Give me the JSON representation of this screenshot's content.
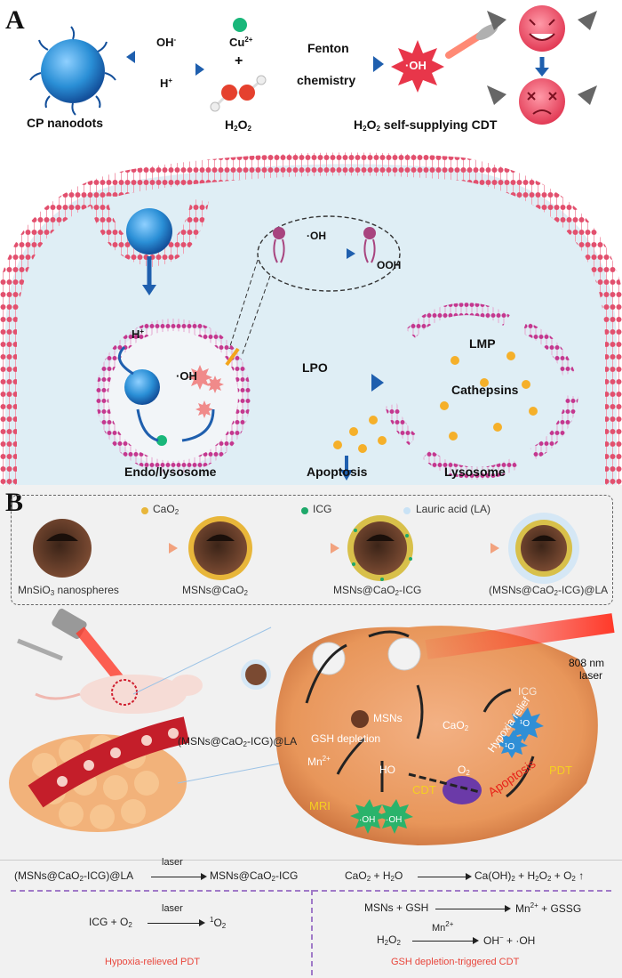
{
  "panel_a": {
    "letter": "A",
    "cp_nanodots": "CP nanodots",
    "oh_minus": "OH",
    "minus_sup": "-",
    "h_plus": "H",
    "plus_sup": "+",
    "cu_label": "Cu",
    "cu_sup": "2+",
    "plus_sign": "+",
    "h2o2_label": "H",
    "h2o2_sub1": "2",
    "h2o2_o": "O",
    "h2o2_sub2": "2",
    "fenton": "Fenton",
    "chemistry": "chemistry",
    "oh_radical": "·OH",
    "cdt_prefix": "H",
    "cdt_sub1": "2",
    "cdt_o": "O",
    "cdt_sub2": "2",
    "cdt_suffix": " self-supplying CDT",
    "inset_oh": "·OH",
    "inset_ooh": "OOH",
    "h_plus_inner": "H",
    "h_plus_inner_sup": "+",
    "oh_inner": "·OH",
    "lpo": "LPO",
    "lmp": "LMP",
    "cathepsins": "Cathepsins",
    "endo_lysosome": "Endo/lysosome",
    "apoptosis": "Apoptosis",
    "lysosome": "Lysosome"
  },
  "panel_b": {
    "letter": "B",
    "legend_cao2": "CaO",
    "legend_cao2_sub": "2",
    "legend_icg": "ICG",
    "legend_la": "Lauric acid (LA)",
    "step1": "MnSiO",
    "step1_sub": "3",
    "step1_suffix": " nanospheres",
    "step2": "MSNs@CaO",
    "step2_sub": "2",
    "step3": "MSNs@CaO",
    "step3_sub": "2",
    "step3_suffix": "-ICG",
    "step4": "(MSNs@CaO",
    "step4_sub": "2",
    "step4_suffix": "-ICG)@LA",
    "laser_808": "808 nm",
    "laser_word": "laser",
    "icg_tumor": "ICG",
    "msns_tumor": "MSNs",
    "gsh_depletion": "GSH depletion",
    "cao2_tumor": "CaO",
    "cao2_tumor_sub": "2",
    "mn2_tumor": "Mn",
    "mn2_tumor_sup": "2+",
    "h2o2_tumor_a": "H",
    "h2o_tumor": "O",
    "o2_tumor": "O",
    "o2_tumor_sub": "2",
    "hypoxia_relief": "Hypoxia relief",
    "pdt": "PDT",
    "cdt": "CDT",
    "mri": "MRI",
    "apoptosis": "Apoptosis",
    "oh_green1": "·OH",
    "oh_green2": "·OH",
    "singlet1": "¹O",
    "singlet2": "¹O",
    "particle_label": "(MSNs@CaO",
    "particle_label_sub": "2",
    "particle_label_suffix": "-ICG)@LA"
  },
  "equations": {
    "eq1_left": "(MSNs@CaO",
    "eq1_left_sub": "2",
    "eq1_left_suffix": "-ICG)@LA",
    "eq1_over": "laser",
    "eq1_right": "MSNs@CaO",
    "eq1_right_sub": "2",
    "eq1_right_suffix": "-ICG",
    "eq2_left": "CaO",
    "eq2_left_sub": "2",
    "eq2_left_suffix": " + H",
    "eq2_left_sub2": "2",
    "eq2_left_suffix2": "O",
    "eq2_right": "Ca(OH)",
    "eq2_right_sub": "2",
    "eq2_right_mid": " + H",
    "eq2_right_sub2": "2",
    "eq2_right_mid2": "O",
    "eq2_right_sub3": "2",
    "eq2_right_end": " + O",
    "eq2_right_sub4": "2",
    "eq2_right_arrow": " ↑",
    "eq3_left": "ICG + O",
    "eq3_left_sub": "2",
    "eq3_over": "laser",
    "eq3_right_sup": "1",
    "eq3_right": "O",
    "eq3_right_sub": "2",
    "eq4_left": "MSNs + GSH",
    "eq4_right": "Mn",
    "eq4_right_sup": "2+",
    "eq4_right_suffix": " + GSSG",
    "eq5_left": "H",
    "eq5_left_sub": "2",
    "eq5_left_mid": "O",
    "eq5_left_sub2": "2",
    "eq5_over": "Mn",
    "eq5_over_sup": "2+",
    "eq5_right": "OH",
    "eq5_right_sup": "−",
    "eq5_right_suffix": " + ·OH",
    "caption_left": "Hypoxia-relieved PDT",
    "caption_right": "GSH depletion-triggered CDT"
  },
  "colors": {
    "membrane": "#e24a6b",
    "lysosome_membrane": "#c4388f",
    "nanodot": "#2a8fd6",
    "arrow_blue": "#1f5fae",
    "tumor": "#e8965a",
    "caption_red": "#e8463c",
    "divider": "#a07ac8"
  }
}
